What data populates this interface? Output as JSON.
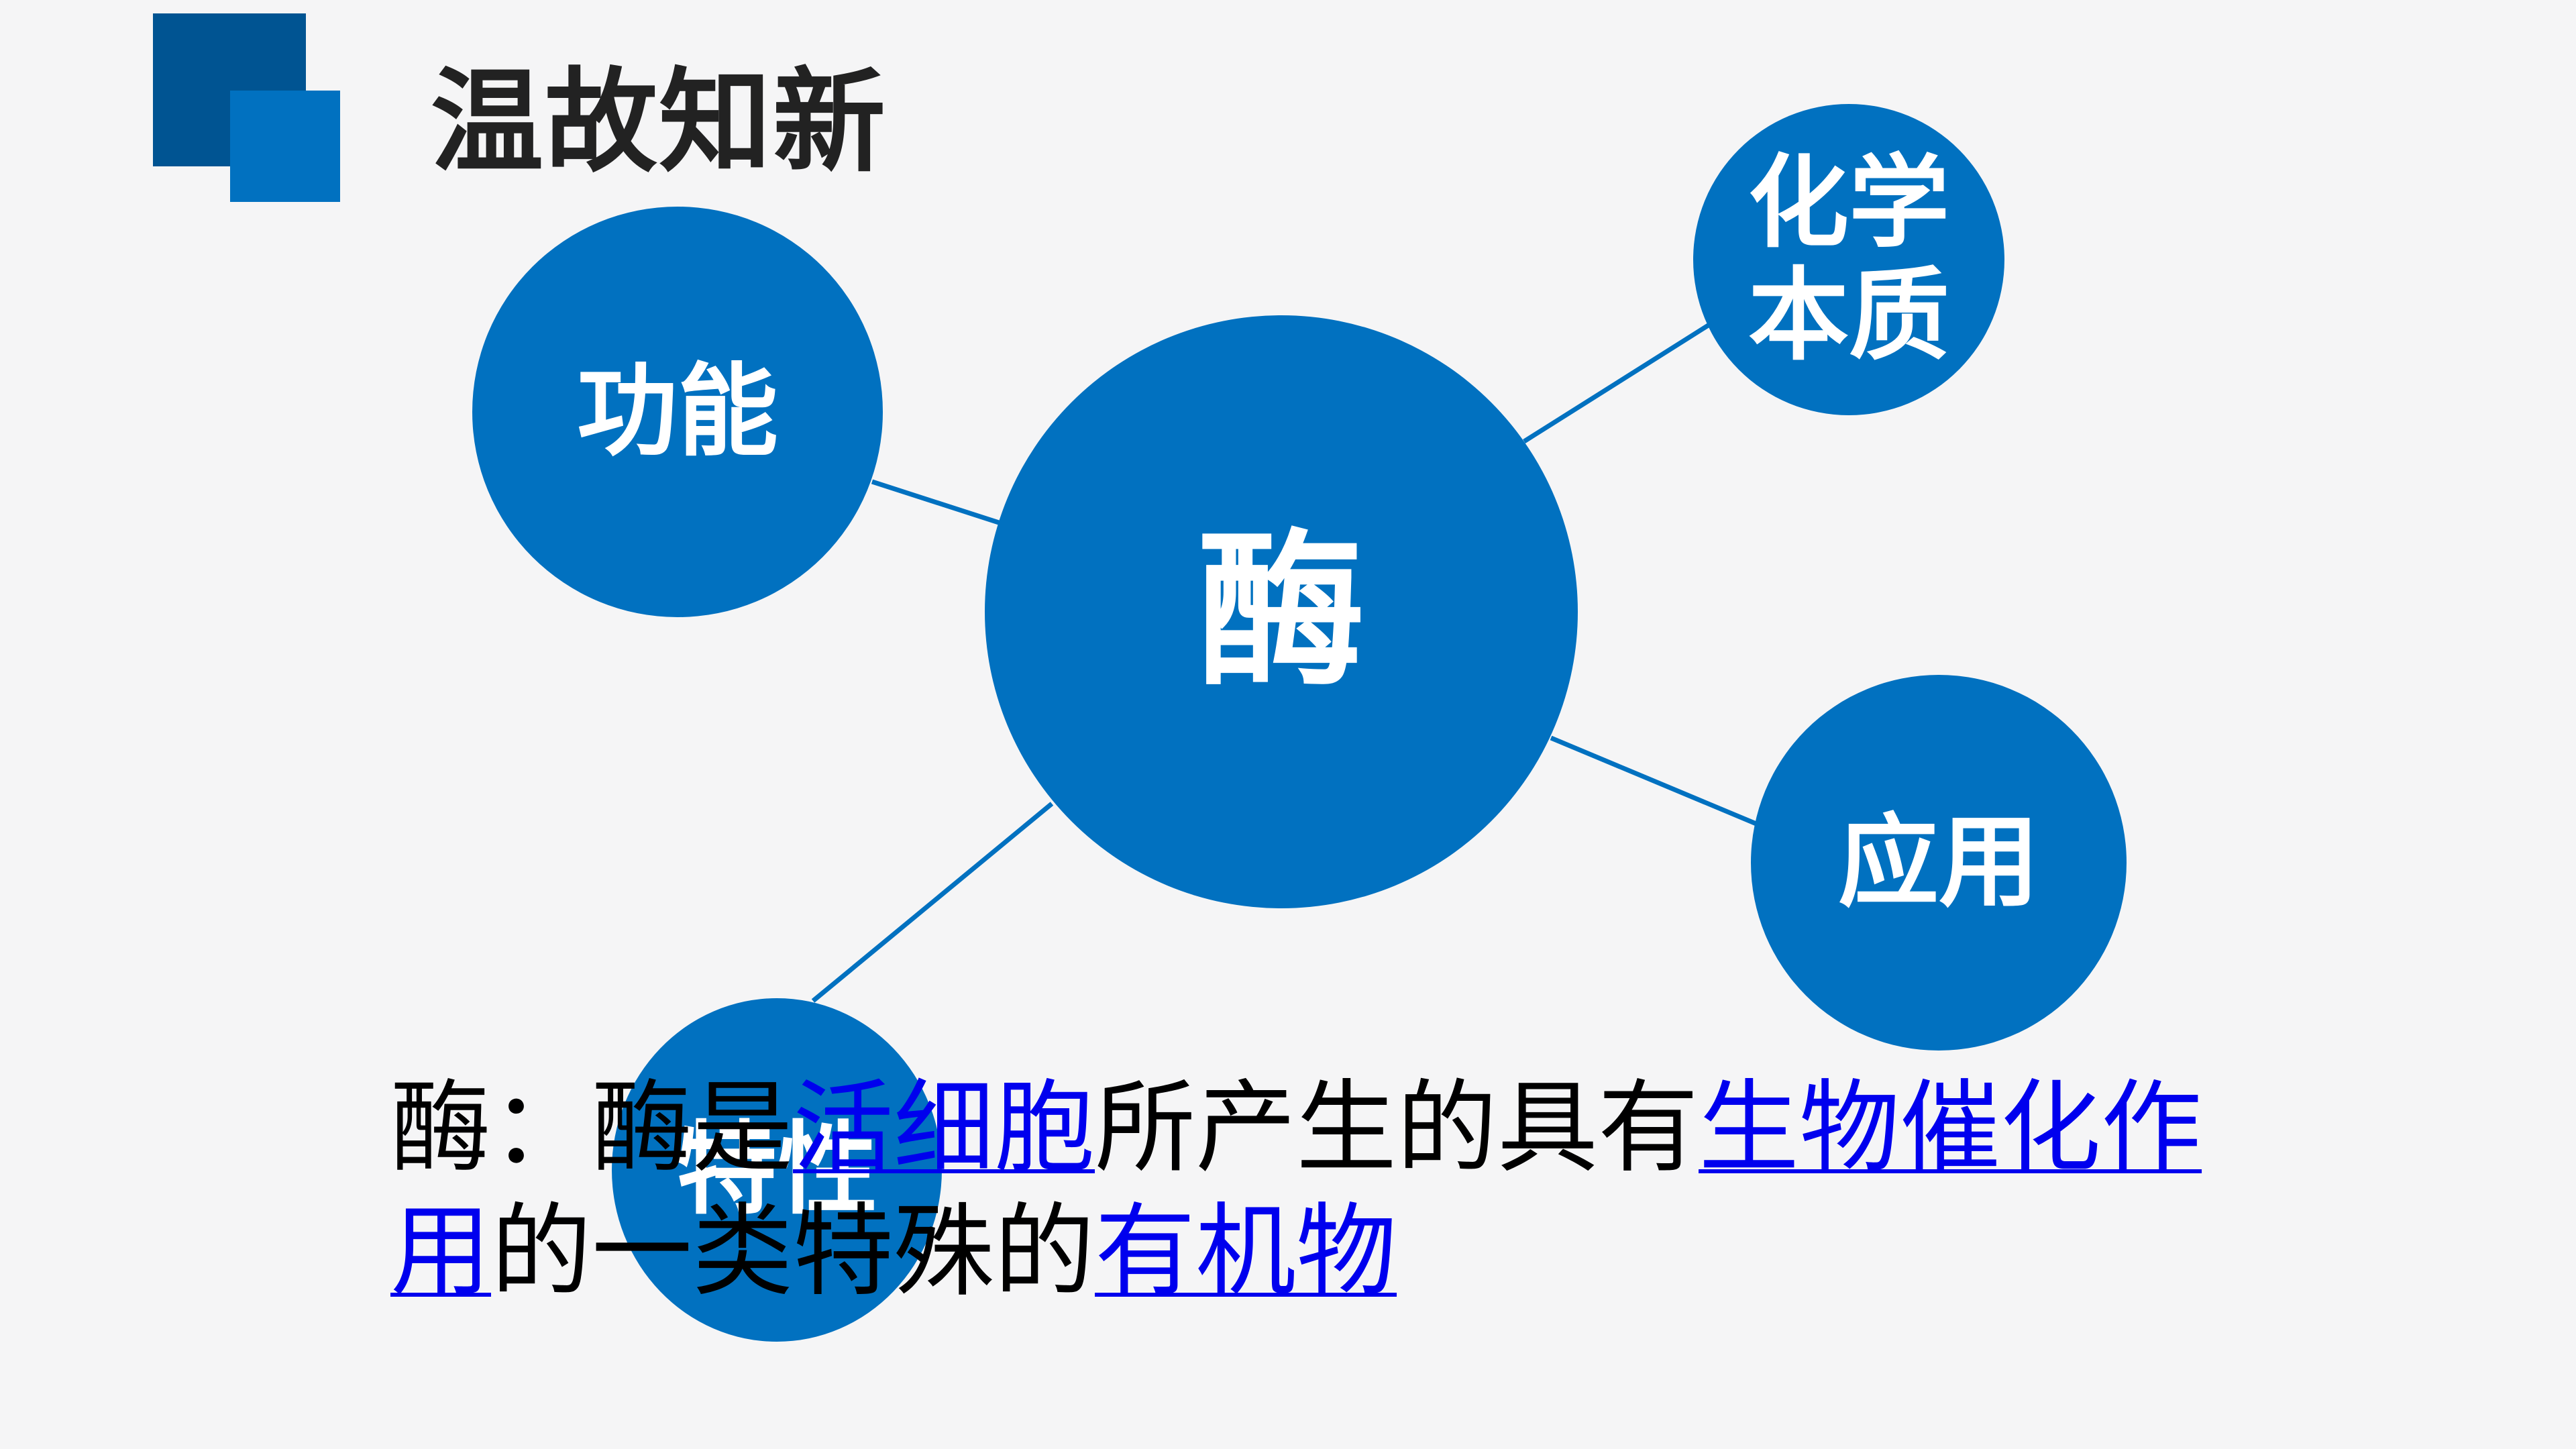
{
  "slide": {
    "title": "温故知新",
    "colors": {
      "accent": "#0171c0",
      "accent_dark": "#005492",
      "link": "#0000ee"
    }
  },
  "mindmap": {
    "center": "酶",
    "function": "功能",
    "chemical_nature": "化学本质",
    "application": "应用",
    "feature": "特性"
  },
  "definition": {
    "parts": [
      {
        "text": "酶：酶是",
        "link": false
      },
      {
        "text": "活细胞",
        "link": true
      },
      {
        "text": "所产生的具有",
        "link": false
      },
      {
        "text": "生物催化作用",
        "link": true
      },
      {
        "text": "的一类特殊的",
        "link": false
      },
      {
        "text": "有机物",
        "link": true
      }
    ]
  }
}
